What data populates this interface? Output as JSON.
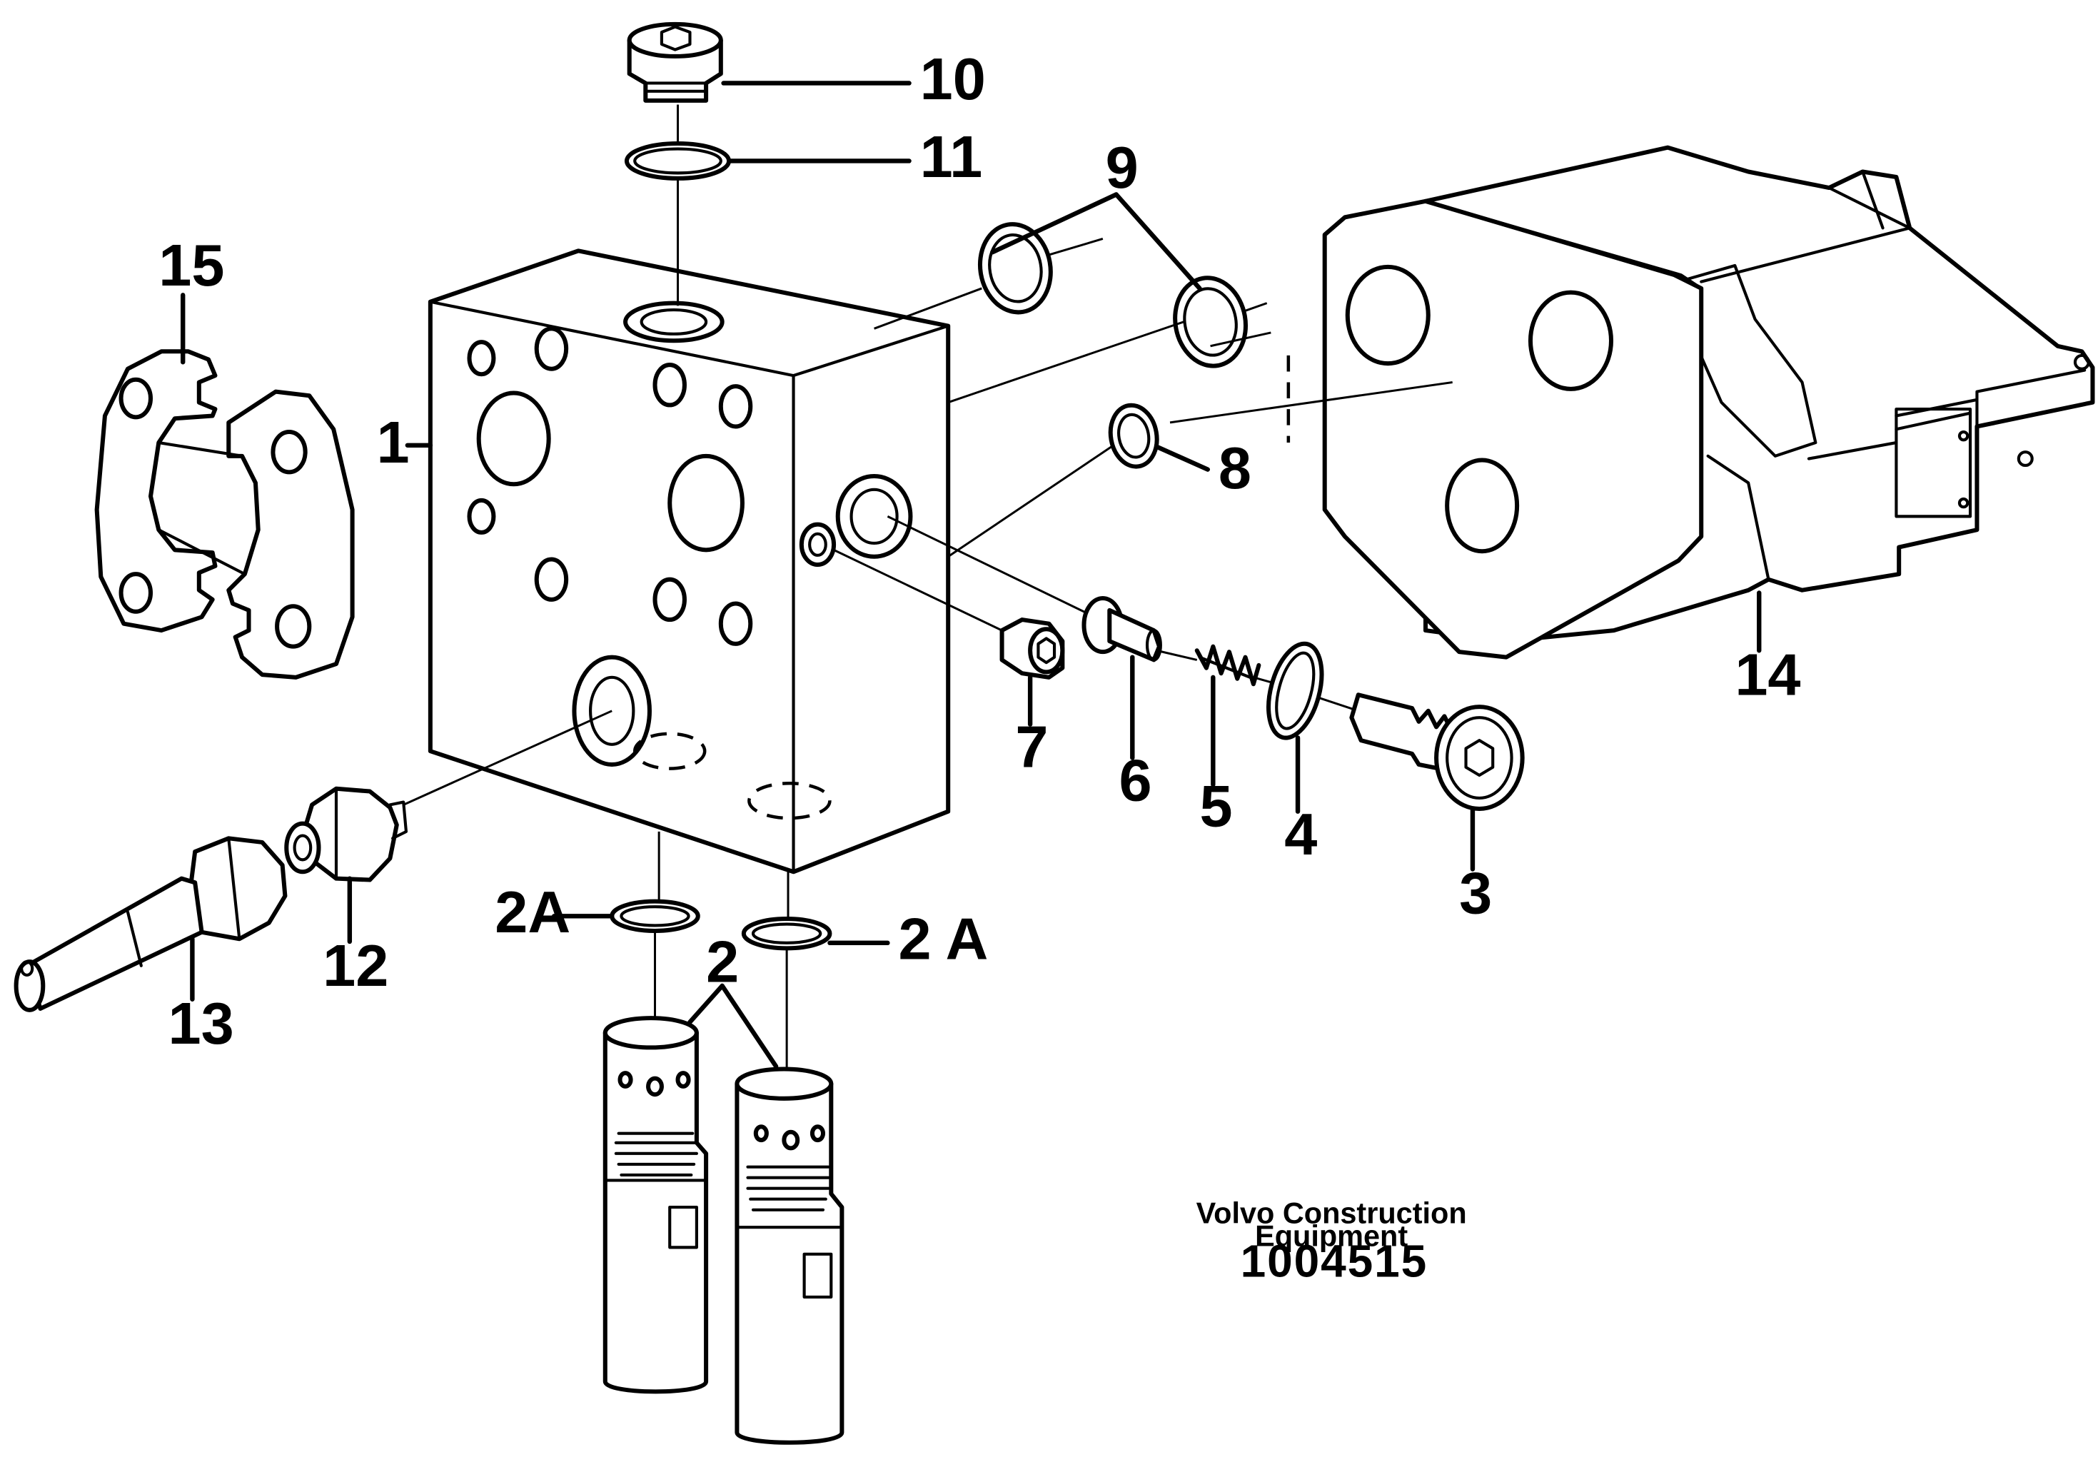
{
  "callouts": {
    "c1": "1",
    "c2": "2",
    "c2a_left": "2A",
    "c2a_right": "2 A",
    "c3": "3",
    "c4": "4",
    "c5": "5",
    "c6": "6",
    "c7": "7",
    "c8": "8",
    "c9": "9",
    "c10": "10",
    "c11": "11",
    "c12": "12",
    "c13": "13",
    "c14": "14",
    "c15": "15"
  },
  "credit": {
    "line1": "Volvo Construction",
    "line2": "Equipment",
    "doc_number": "1004515"
  }
}
